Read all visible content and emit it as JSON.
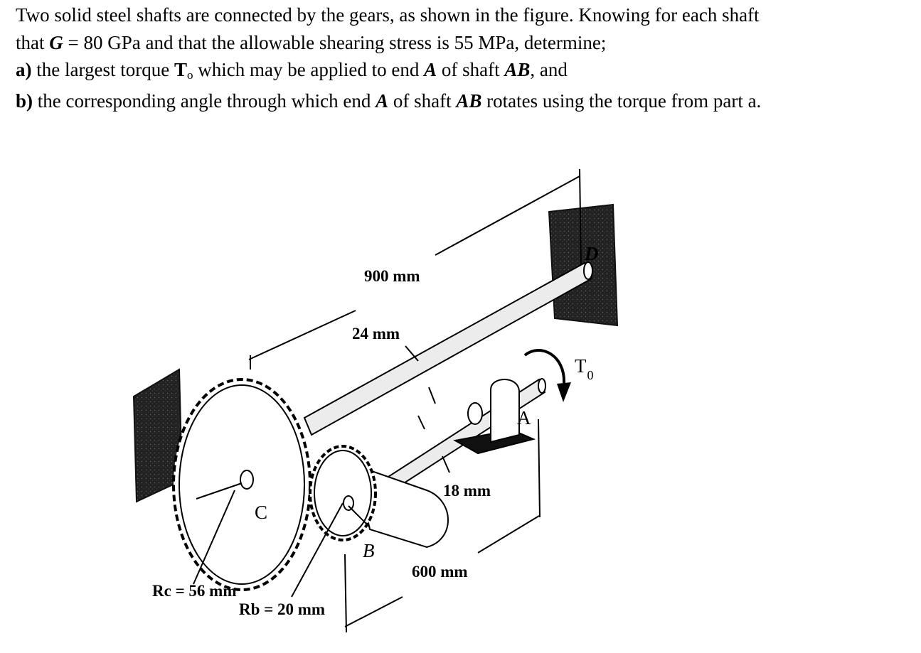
{
  "problem": {
    "line1": "Two solid steel shafts are connected by the gears, as shown in the figure. Knowing for each shaft",
    "line2_a": "that ",
    "line2_G": "G",
    "line2_b": " = 80 GPa and that the allowable shearing stress is 55 MPa, determine;",
    "line3_a": "a)",
    "line3_b": " the largest torque ",
    "line3_T": "T",
    "line3_sub": "o",
    "line3_c": " which may be applied to end ",
    "line3_A": "A",
    "line3_d": " of shaft ",
    "line3_AB": "AB",
    "line3_e": ", and",
    "line4_a": "b)",
    "line4_b": " the corresponding angle through which end ",
    "line4_A": "A",
    "line4_c": " of shaft ",
    "line4_AB": "AB",
    "line4_d": " rotates using the torque from part a."
  },
  "figure": {
    "dim_900": "900 mm",
    "dim_24": "24 mm",
    "dim_18": "18 mm",
    "dim_600": "600 mm",
    "label_D": "D",
    "label_A": "A",
    "label_B": "B",
    "label_C": "C",
    "torque_T": "T",
    "torque_sub": "0",
    "rc_label": "Rc = 56 mm",
    "rb_label": "Rb = 20 mm"
  }
}
